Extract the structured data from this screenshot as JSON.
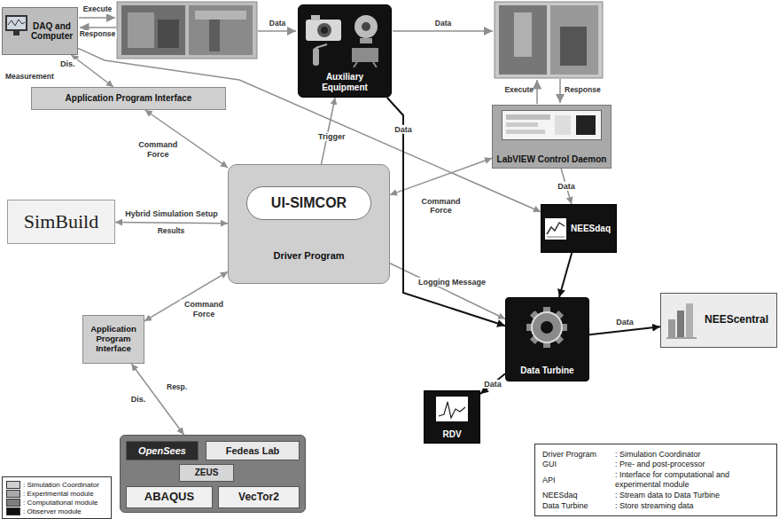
{
  "diagram": {
    "nodes": [
      {
        "text": [
          "DAQ and Computer"
        ]
      },
      {
        "text": [
          "Auxiliary Equipment"
        ]
      },
      {
        "text": [
          "Application Program Interface"
        ]
      },
      {
        "text": [
          "LabVIEW Control Daemon"
        ]
      },
      {
        "text": [
          "SimBuild"
        ]
      },
      {
        "text": [
          "UI-SIMCOR",
          "Driver Program"
        ]
      },
      {
        "text": [
          "NEESdaq"
        ]
      },
      {
        "text": [
          "Application Program Interface"
        ]
      },
      {
        "text": [
          "Data Turbine"
        ]
      },
      {
        "text": [
          "NEEScentral"
        ]
      },
      {
        "text": [
          "RDV"
        ]
      },
      {
        "text": [
          "OpenSees",
          "Fedeas Lab",
          "ZEUS",
          "ABAQUS",
          "VecTor2"
        ]
      },
      {
        "text": [
          "Driver Program",
          ": Simulation Coordinator",
          "GUI",
          ": Pre- and post-processor",
          "API",
          ": Interface for computational and experimental module",
          "NEESdaq",
          ": Stream data to Data Turbine",
          "Data Turbine",
          ": Store streaming data"
        ]
      }
    ],
    "edges": [
      {
        "from": 2,
        "to": 0,
        "arrow": "both",
        "label": "Dis."
      },
      {
        "from": 2,
        "to": 5,
        "arrow": "both",
        "label": "Command Force"
      },
      {
        "from": 5,
        "to": 1,
        "arrow": "to",
        "label": "Trigger"
      },
      {
        "from": 5,
        "to": 3,
        "arrow": "both",
        "label": "Command Force"
      },
      {
        "from": 0,
        "to": 6,
        "arrow": "to"
      },
      {
        "from": 3,
        "to": 6,
        "arrow": "to",
        "label": "Data"
      },
      {
        "from": 4,
        "to": 5,
        "arrow": "both",
        "label": "Hybrid Simulation Setup"
      },
      {
        "from": 5,
        "to": 7,
        "arrow": "both",
        "label": "Command Force"
      },
      {
        "from": 7,
        "to": 11,
        "arrow": "both",
        "label": "Dis."
      },
      {
        "from": 5,
        "to": 8,
        "arrow": "to",
        "label": "Logging Message"
      },
      {
        "from": 1,
        "to": 8,
        "arrow": "to",
        "label": "Data"
      },
      {
        "from": 6,
        "to": 8,
        "arrow": "to"
      },
      {
        "from": 8,
        "to": 9,
        "arrow": "to",
        "label": "Data"
      },
      {
        "from": 8,
        "to": 10,
        "arrow": "to",
        "label": "Data"
      }
    ],
    "labels": [
      "Execute",
      "Response",
      "Data",
      "Data",
      "Execute",
      "Response",
      "Measurement",
      "Results",
      "Resp."
    ],
    "legend": [
      {
        "text": ": Simulation Coordinator",
        "color": "#cfcfcf"
      },
      {
        "text": ": Experimental module",
        "color": "#a9a9a9"
      },
      {
        "text": ": Computational module",
        "color": "#7e7e7e"
      },
      {
        "text": ": Observer module",
        "color": "#111111"
      }
    ]
  }
}
